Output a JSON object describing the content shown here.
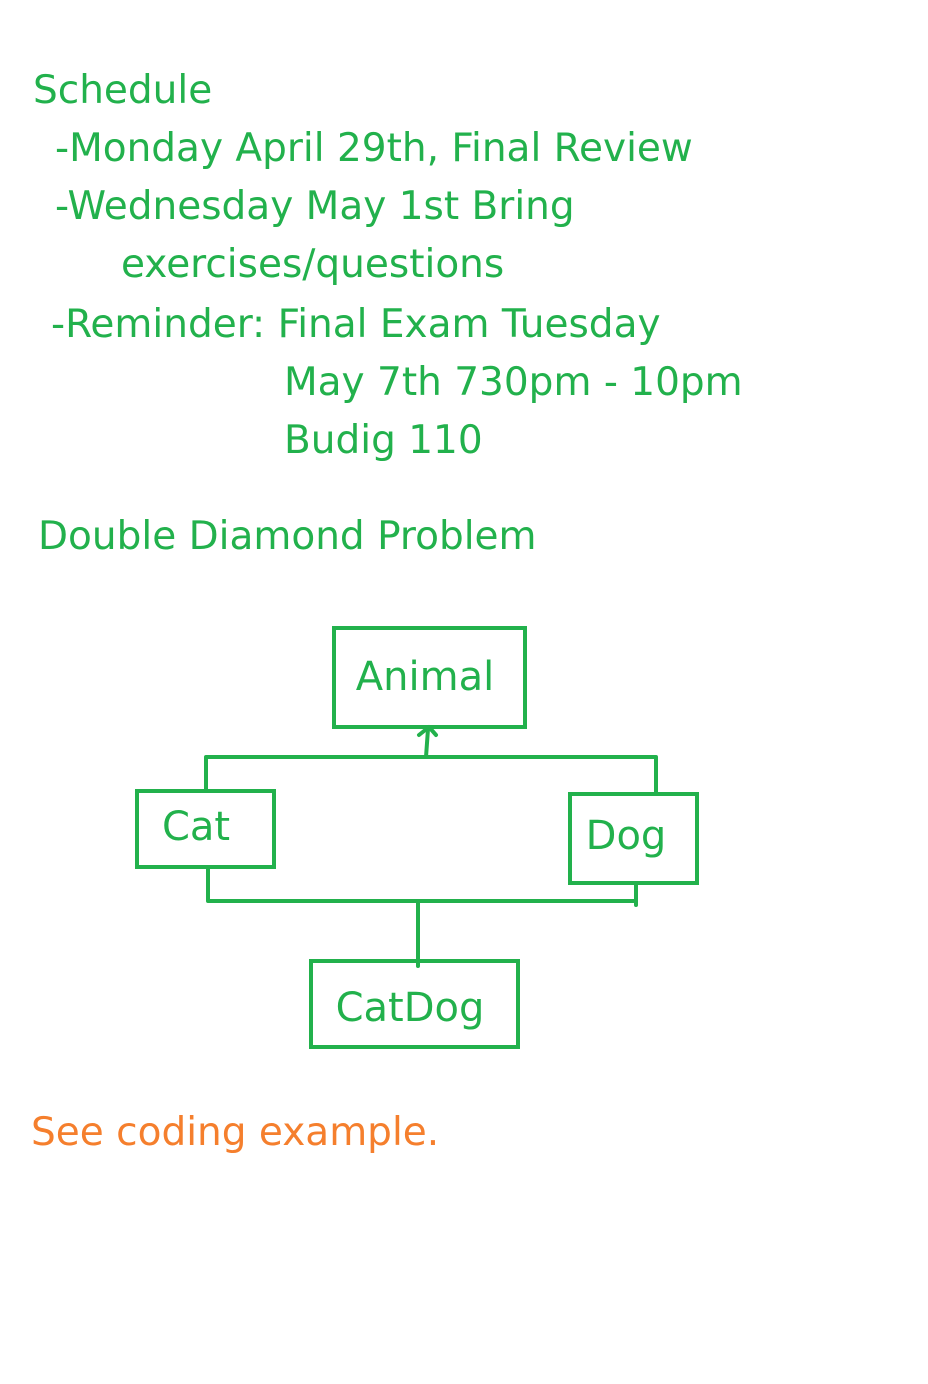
{
  "colors": {
    "green": "#22b14c",
    "orange": "#f57f2d",
    "background": "#ffffff"
  },
  "schedule": {
    "heading": "Schedule",
    "item1": "-Monday April 29th, Final Review",
    "item2_line1": "-Wednesday May 1st Bring",
    "item2_line2": "exercises/questions",
    "item3_line1": "-Reminder: Final Exam Tuesday",
    "item3_line2": "May 7th 730pm - 10pm",
    "item3_line3": "Budig 110"
  },
  "problem": {
    "heading": "Double Diamond Problem"
  },
  "diagram": {
    "nodes": [
      {
        "id": "animal",
        "label": "Animal"
      },
      {
        "id": "cat",
        "label": "Cat"
      },
      {
        "id": "dog",
        "label": "Dog"
      },
      {
        "id": "catdog",
        "label": "CatDog"
      }
    ],
    "edges": [
      {
        "from": "cat",
        "to": "animal",
        "kind": "inheritance"
      },
      {
        "from": "dog",
        "to": "animal",
        "kind": "inheritance"
      },
      {
        "from": "catdog",
        "to": "cat",
        "kind": "inheritance"
      },
      {
        "from": "catdog",
        "to": "dog",
        "kind": "inheritance"
      }
    ]
  },
  "footer": {
    "note": "See coding example."
  }
}
